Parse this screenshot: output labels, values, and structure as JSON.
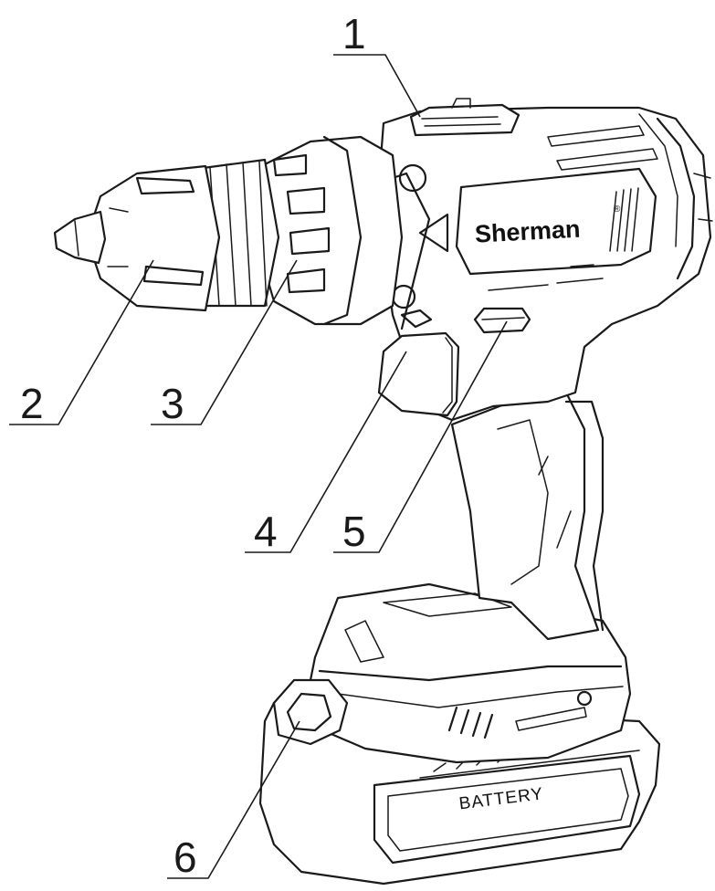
{
  "brand": {
    "name": "Sherman",
    "reg_mark": "®"
  },
  "battery_label": "BATTERY",
  "callouts": [
    {
      "number": "1"
    },
    {
      "number": "2"
    },
    {
      "number": "3"
    },
    {
      "number": "4"
    },
    {
      "number": "5"
    },
    {
      "number": "6"
    }
  ]
}
